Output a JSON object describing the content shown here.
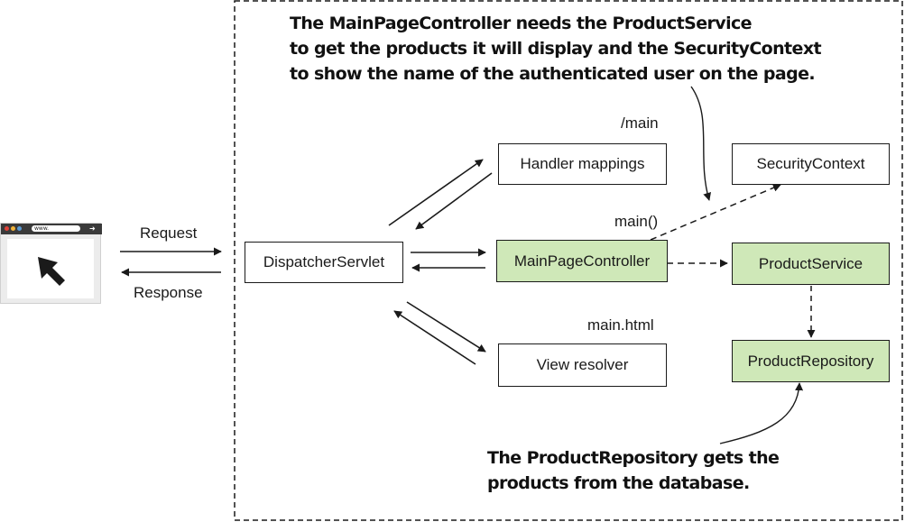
{
  "notes": {
    "top": [
      "The MainPageController needs the ProductService",
      "to get the products it will display and the SecurityContext",
      "to show the name of the authenticated user on the page."
    ],
    "bottom": [
      "The ProductRepository gets the",
      "products from the database."
    ]
  },
  "browser": {
    "url_text": "www.",
    "cursor_icon": "cursor-arrow-icon"
  },
  "labels": {
    "request": "Request",
    "response": "Response",
    "main_path": "/main",
    "main_method": "main()",
    "main_view": "main.html"
  },
  "boxes": {
    "dispatcher": "DispatcherServlet",
    "handler_mappings": "Handler mappings",
    "controller": "MainPageController",
    "view_resolver": "View resolver",
    "security_context": "SecurityContext",
    "product_service": "ProductService",
    "product_repository": "ProductRepository"
  },
  "colors": {
    "component_fill": "#cfe8b8",
    "line": "#1a1a1a"
  }
}
